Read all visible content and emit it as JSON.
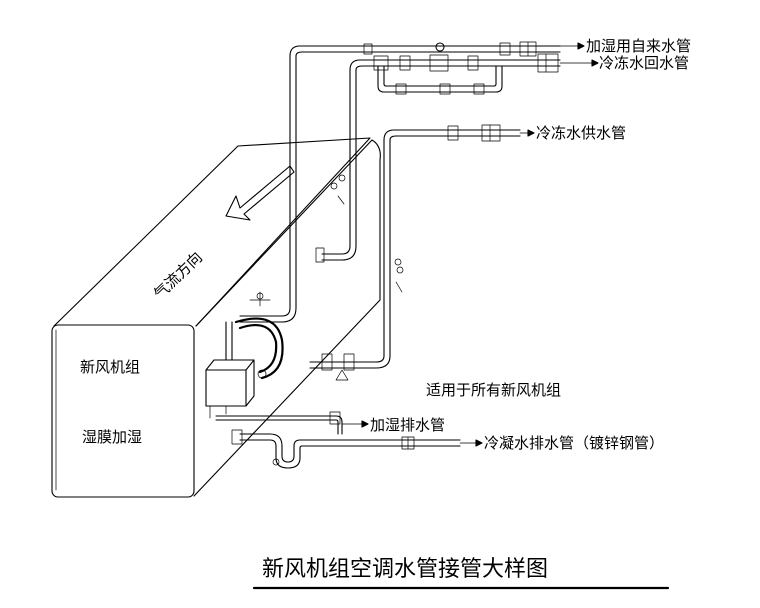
{
  "labels": {
    "humidifier_supply": "加湿用自来水管",
    "chilled_return": "冷冻水回水管",
    "chilled_supply": "冷冻水供水管",
    "airflow_direction": "气流方向",
    "fresh_air_unit": "新风机组",
    "membrane_humidification": "湿膜加湿",
    "applicability_note": "适用于所有新风机组",
    "humidifier_drain": "加湿排水管",
    "condensate_drain": "冷凝水排水管（镀锌钢管）"
  },
  "title": "新风机组空调水管接管大样图"
}
